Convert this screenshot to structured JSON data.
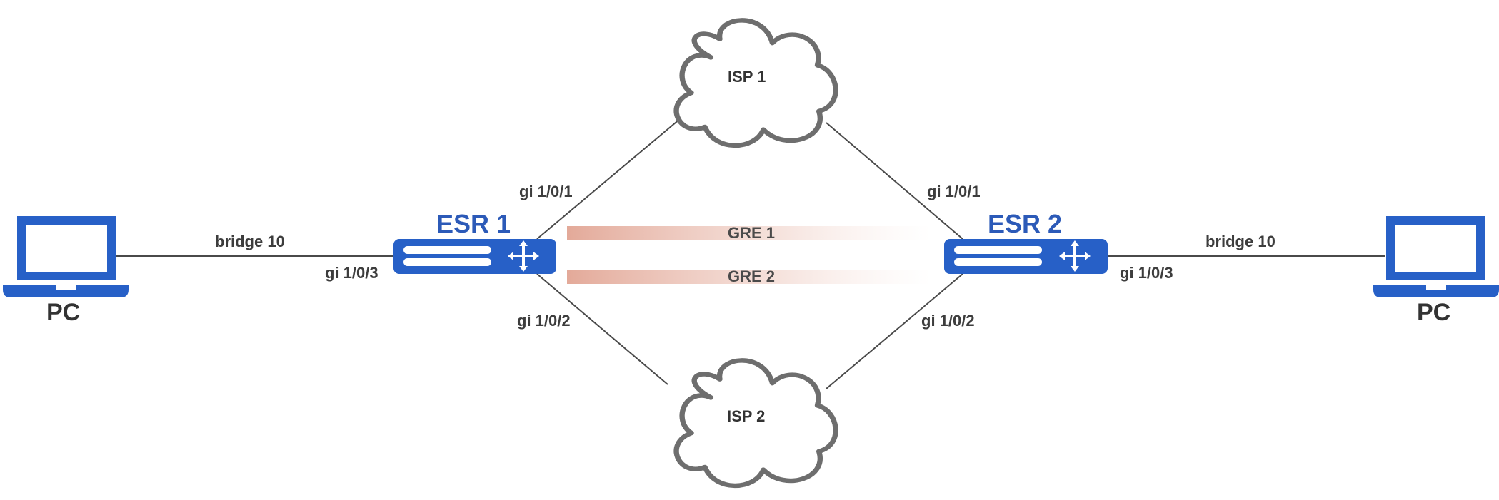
{
  "colors": {
    "device": "#2760c7",
    "device_title": "#2c5ab8",
    "cloud_stroke": "#6e6e6e",
    "link": "#4a4a4a",
    "tunnel": "#e0a08e"
  },
  "nodes": {
    "pc_left": {
      "label": "PC",
      "icon": "laptop-icon"
    },
    "pc_right": {
      "label": "PC",
      "icon": "laptop-icon"
    },
    "esr1": {
      "label": "ESR 1",
      "icon": "router-icon"
    },
    "esr2": {
      "label": "ESR 2",
      "icon": "router-icon"
    },
    "isp1": {
      "label": "ISP 1",
      "icon": "cloud-icon"
    },
    "isp2": {
      "label": "ISP 2",
      "icon": "cloud-icon"
    }
  },
  "links": {
    "left_bridge": "bridge 10",
    "left_port": "gi 1/0/3",
    "esr1_isp1": "gi 1/0/1",
    "esr1_isp2": "gi 1/0/2",
    "esr2_isp1": "gi 1/0/1",
    "esr2_isp2": "gi 1/0/2",
    "right_bridge": "bridge 10",
    "right_port": "gi 1/0/3"
  },
  "tunnels": {
    "gre1": "GRE 1",
    "gre2": "GRE 2"
  }
}
